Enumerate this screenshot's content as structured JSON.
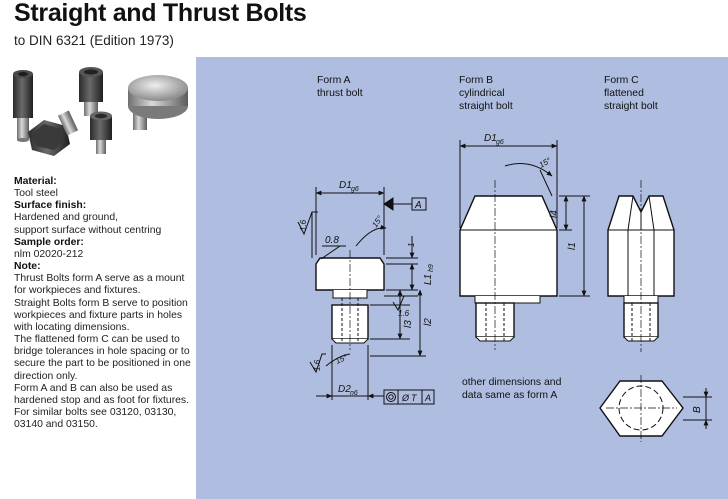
{
  "header": {
    "title": "Straight and Thrust Bolts",
    "subtitle": "to DIN 6321 (Edition 1973)"
  },
  "info": {
    "material_label": "Material:",
    "material_value": "Tool steel",
    "finish_label": "Surface finish:",
    "finish_line1": "Hardened and ground,",
    "finish_line2": "support surface without centring",
    "order_label": "Sample order:",
    "order_value": "nlm 02020-212",
    "note_label": "Note:",
    "note_lines": [
      "Thrust Bolts form A serve as a mount",
      "for workpieces and fixtures.",
      "Straight Bolts form B serve to position",
      "workpieces and fixture parts in holes",
      "with locating dimensions.",
      "The flattened form C can be used to",
      "bridge tolerances in hole spacing or to",
      "secure the part to be positioned in one",
      "direction only.",
      "Form A and B can also be used as",
      "hardened stop and as foot for fixtures.",
      "For similar bolts see 03120, 03130,",
      "03140 and 03150."
    ]
  },
  "diagram": {
    "form_a": {
      "name": "Form A",
      "desc": "thrust bolt"
    },
    "form_b": {
      "name": "Form B",
      "desc1": "cylindrical",
      "desc2": "straight bolt"
    },
    "form_c": {
      "name": "Form C",
      "desc1": "flattened",
      "desc2": "straight bolt"
    },
    "other_note_line1": "other dimensions and",
    "other_note_line2": "data same as form A",
    "dims": {
      "d1": "D1",
      "d1_tol": "g6",
      "d2": "D2",
      "d2_tol": "n6",
      "l1": "L1",
      "l1_tol": "h9",
      "l": "l",
      "l1_plain": "l1",
      "l2": "l2",
      "l3": "l3",
      "l4": "l4",
      "b": "B",
      "ra_top": "1.6",
      "ra_side": "1.6",
      "ra_bottom": "1.6",
      "chamfer": "0.8",
      "angle": "15°",
      "datum_a": "A",
      "tol_frame_sym": "Ø",
      "tol_frame_t": "T",
      "tol_frame_a": "A"
    }
  },
  "colors": {
    "diagram_bg": "#aebde0",
    "part_fill": "#ffffff",
    "line": "#111111"
  }
}
